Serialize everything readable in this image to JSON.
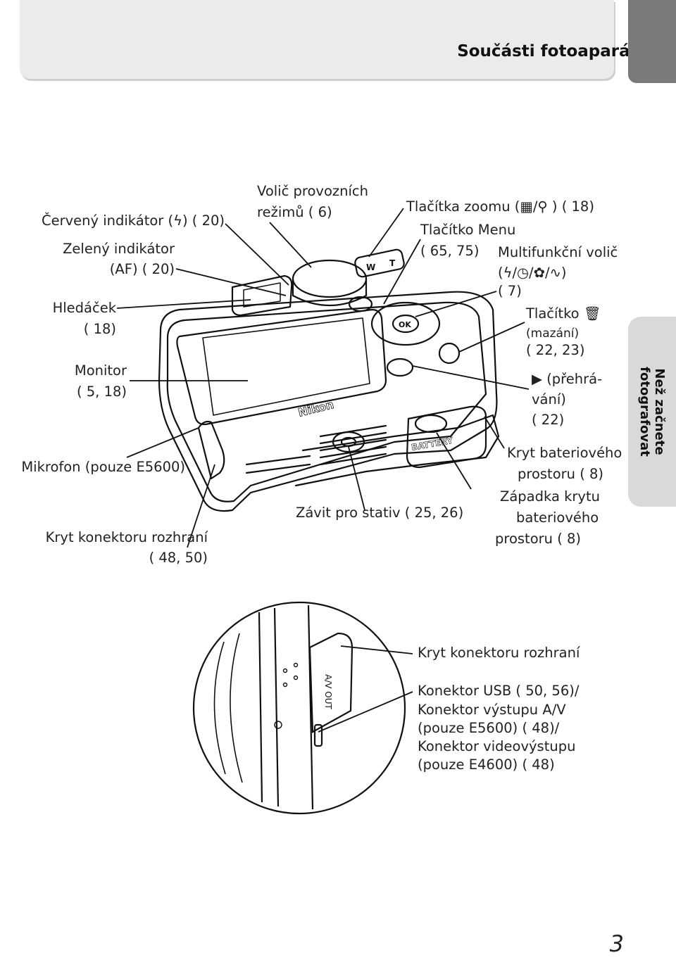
{
  "header": {
    "title": "Součásti fotoaparátu"
  },
  "side_tab": {
    "line1": "Než začnete",
    "line2": "fotografovat"
  },
  "labels": {
    "red_indicator": "Červený indikátor (ϟ) ( 20)",
    "green_indicator_1": "Zelený indikátor",
    "green_indicator_2": "(AF) ( 20)",
    "viewfinder_1": "Hledáček",
    "viewfinder_2": "( 18)",
    "monitor_1": "Monitor",
    "monitor_2": "( 5, 18)",
    "microphone": "Mikrofon (pouze E5600)",
    "interface_cover_1": "Kryt konektoru rozhraní",
    "interface_cover_2": "( 48, 50)",
    "mode_dial_1": "Volič    provozních",
    "mode_dial_2": "režimů ( 6)",
    "zoom_buttons": "Tlačítka zoomu (▦/⚲ ) ( 18)",
    "menu_button_1": "Tlačítko Menu",
    "menu_button_2": "( 65, 75)",
    "multi_selector_1": "Multifunkční volič",
    "multi_selector_2": "(ϟ/◷/✿/∿)",
    "multi_selector_3": "( 7)",
    "delete_button_1": "Tlačítko 🗑",
    "delete_button_2": "(mazání)",
    "delete_button_3": "( 22, 23)",
    "playback_1": "▶ (přehrá-",
    "playback_2": "vání)",
    "playback_3": "( 22)",
    "battery_cover_1": "Kryt bateriového",
    "battery_cover_2": "prostoru ( 8)",
    "tripod": "Závit pro stativ ( 25, 26)",
    "battery_latch_1": "Západka krytu",
    "battery_latch_2": "bateriového",
    "battery_latch_3": "prostoru ( 8)",
    "detail_cover": "Kryt konektoru rozhraní",
    "detail_usb_1": "Konektor USB ( 50, 56)/",
    "detail_usb_2": "Konektor výstupu A/V",
    "detail_usb_3": "(pouze E5600) ( 48)/",
    "detail_usb_4": "Konektor videovýstupu",
    "detail_usb_5": "(pouze E4600) ( 48)"
  },
  "camera_markings": {
    "brand": "Nikon",
    "battery": "BATTERY",
    "zoom_w": "W",
    "zoom_t": "T",
    "ok": "OK",
    "port_label": "A/V OUT"
  },
  "page_number": "3"
}
